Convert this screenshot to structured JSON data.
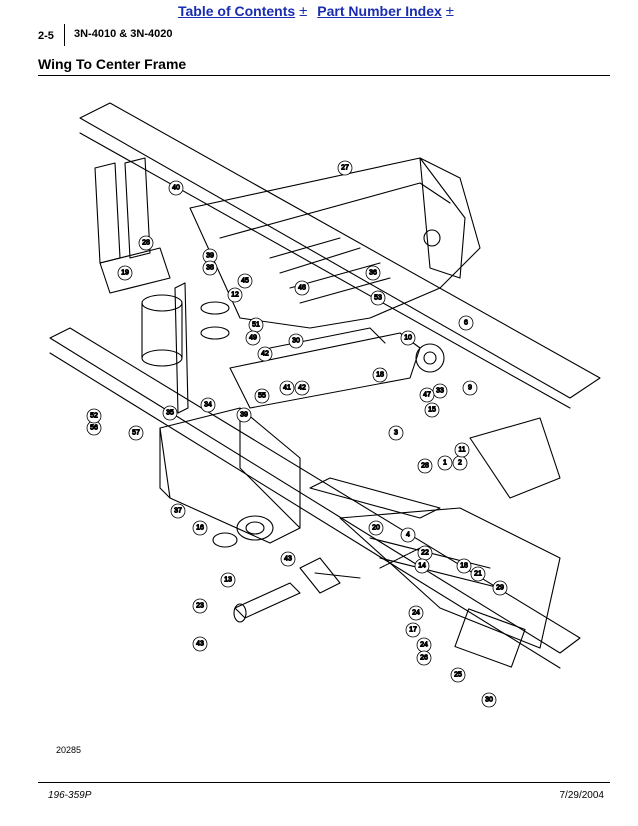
{
  "nav": {
    "toc_label": "Table of Contents",
    "pni_label": "Part Number Index",
    "plus_glyph": "±"
  },
  "header": {
    "page_number": "2-5",
    "models": "3N-4010 & 3N-4020"
  },
  "section_title": "Wing To Center Frame",
  "figure": {
    "figure_number": "20285",
    "callouts": [
      "27",
      "40",
      "28",
      "19",
      "39",
      "38",
      "45",
      "6",
      "48",
      "36",
      "53",
      "12",
      "30",
      "9",
      "51",
      "49",
      "10",
      "41",
      "18",
      "34",
      "42",
      "39",
      "33",
      "55",
      "35",
      "47",
      "15",
      "57",
      "56",
      "52",
      "42",
      "3",
      "1",
      "2",
      "28",
      "11",
      "37",
      "16",
      "20",
      "4",
      "13",
      "22",
      "21",
      "14",
      "18",
      "29",
      "23",
      "24",
      "17",
      "24",
      "26",
      "25",
      "30",
      "43"
    ]
  },
  "footer": {
    "doc_number": "196-359P",
    "date": "7/29/2004"
  }
}
